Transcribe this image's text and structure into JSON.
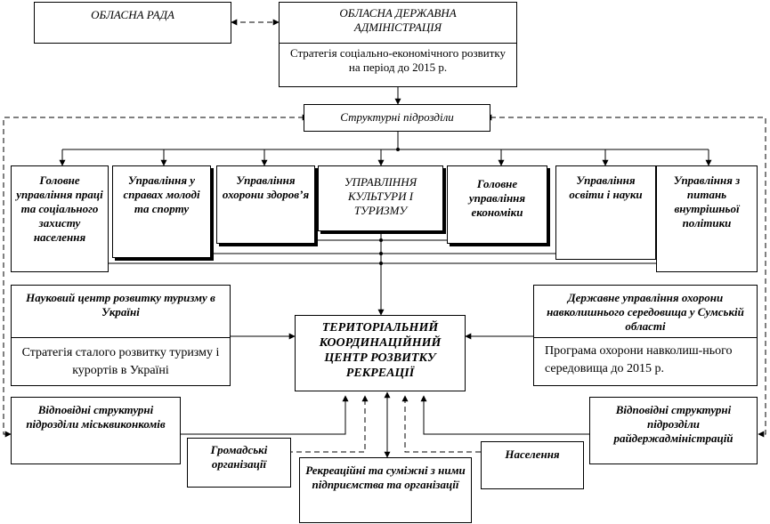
{
  "top": {
    "oblasna_rada": "ОБЛАСНА РАДА",
    "oda_title": "ОБЛАСНА ДЕРЖАВНА АДМІНІСТРАЦІЯ",
    "oda_strategy": "Стратегія соціально-економічного розвитку на період до 2015 р."
  },
  "structural_units": "Структурні підрозділи",
  "departments": [
    "Головне управління праці та соціального захисту населення",
    "Управління у справах молоді та спорту",
    "Управління охорони здоров’я",
    "УПРАВЛІННЯ КУЛЬТУРИ І ТУРИЗМУ",
    "Головне управління економіки",
    "Управління освіти і науки",
    "Управління з питань внутрішньої політики"
  ],
  "center": "ТЕРИТОРІАЛЬНИЙ КООРДИНАЦІЙНИЙ ЦЕНТР РОЗВИТКУ РЕКРЕАЦІЇ",
  "science_center": {
    "title": "Науковий центр розвитку туризму в Україні",
    "strategy": "Стратегія сталого розвитку туризму і курортів в Україні"
  },
  "environment": {
    "title": "Державне управління охорони навколишнього середовища у Сумській області",
    "program": "Програма охорони навколиш-нього середовища до 2015 р."
  },
  "bottom": {
    "city_units": "Відповідні структурні підрозділи міськвиконкомів",
    "public_orgs": "Громадські організації",
    "enterprises": "Рекреаційні та суміжні з ними підприємства та організації",
    "population": "Населення",
    "district_units": "Відповідні структурні підрозділи райдержадміністрацій"
  }
}
